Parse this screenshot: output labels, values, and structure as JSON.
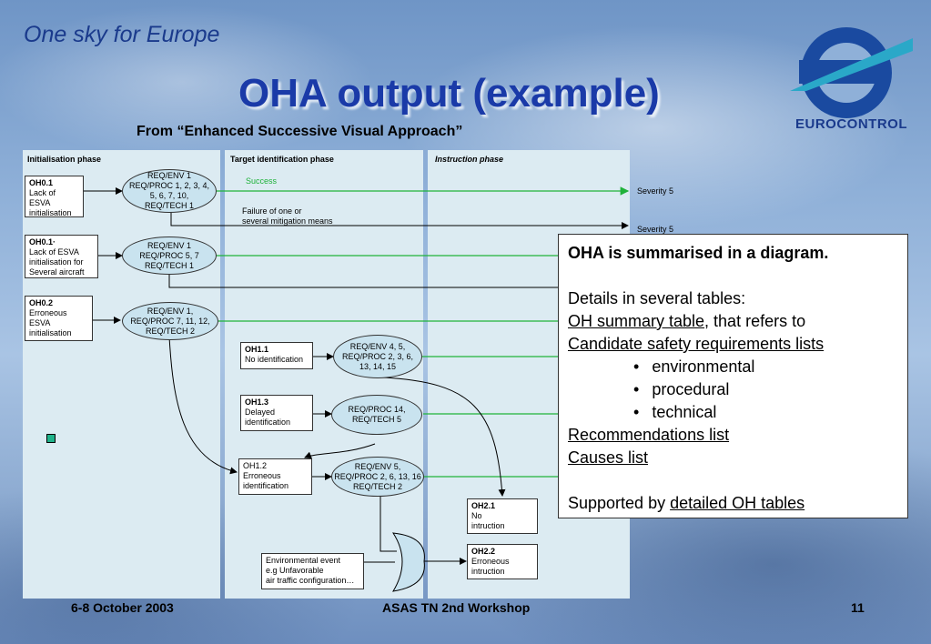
{
  "header": {
    "tagline": "One sky for Europe",
    "title": "OHA output (example)",
    "subtitle": "From “Enhanced Successive Visual Approach”",
    "logo_text": "EUROCONTROL"
  },
  "phases": [
    {
      "label": "Initialisation phase"
    },
    {
      "label": "Target identification phase"
    },
    {
      "label": "Instruction phase"
    }
  ],
  "hazards": {
    "oh01": {
      "id": "OH0.1",
      "desc": "Lack of\nESVA\ninitialisation"
    },
    "oh01b": {
      "id": "OH0.1·",
      "desc": "Lack of ESVA\ninitialisation for\nSeveral aircraft"
    },
    "oh02": {
      "id": "OH0.2",
      "desc": "Erroneous\nESVA\ninitialisation"
    },
    "oh11": {
      "id": "OH1.1",
      "desc": "No identification"
    },
    "oh13": {
      "id": "OH1.3",
      "desc": "Delayed\nidentification"
    },
    "oh12": {
      "id": "OH1.2",
      "desc": "Erroneous\nidentification"
    },
    "oh21": {
      "id": "OH2.1",
      "desc": "No\nintruction"
    },
    "oh22": {
      "id": "OH2.2",
      "desc": "Erroneous\nintruction"
    }
  },
  "requirements": {
    "r1": "REQ/ENV 1\nREQ/PROC 1, 2, 3, 4,\n5, 6, 7, 10,\nREQ/TECH 1",
    "r2": "REQ/ENV 1\nREQ/PROC 5, 7\nREQ/TECH 1",
    "r3": "REQ/ENV 1,\nREQ/PROC 7, 11, 12,\nREQ/TECH 2",
    "r4": "REQ/ENV 4, 5,\nREQ/PROC 2, 3, 6,\n13, 14, 15",
    "r5": "REQ/PROC 14,\nREQ/TECH 5",
    "r6": "REQ/ENV 5,\nREQ/PROC 2, 6, 13, 16\nREQ/TECH 2"
  },
  "labels": {
    "success": "Success",
    "failure": "Failure of one or\nseveral mitigation means",
    "severity_1": "Severity 5",
    "severity_2": "Severity 5",
    "env_event": "Environmental event\ne.g Unfavorable\nair traffic configuration…"
  },
  "info": {
    "heading": "OHA is summarised in a diagram.",
    "details": "Details in several tables:",
    "oh_summary_link": "OH summary table",
    "oh_summary_suffix": ", that refers to",
    "candidate_link": "Candidate safety requirements lists",
    "bullets": [
      "environmental",
      "procedural",
      "technical"
    ],
    "recommendations_link": "Recommendations list",
    "causes_link": "Causes list",
    "supported_prefix": "Supported by ",
    "detailed_link": "detailed OH tables"
  },
  "footer": {
    "date": "6-8 October 2003",
    "workshop": "ASAS TN 2nd Workshop",
    "page": "11"
  },
  "colors": {
    "title": "#1a3aa8",
    "success_line": "#1fb23a",
    "panel": "#dcebf2",
    "ellipse": "#c9e3ef"
  }
}
